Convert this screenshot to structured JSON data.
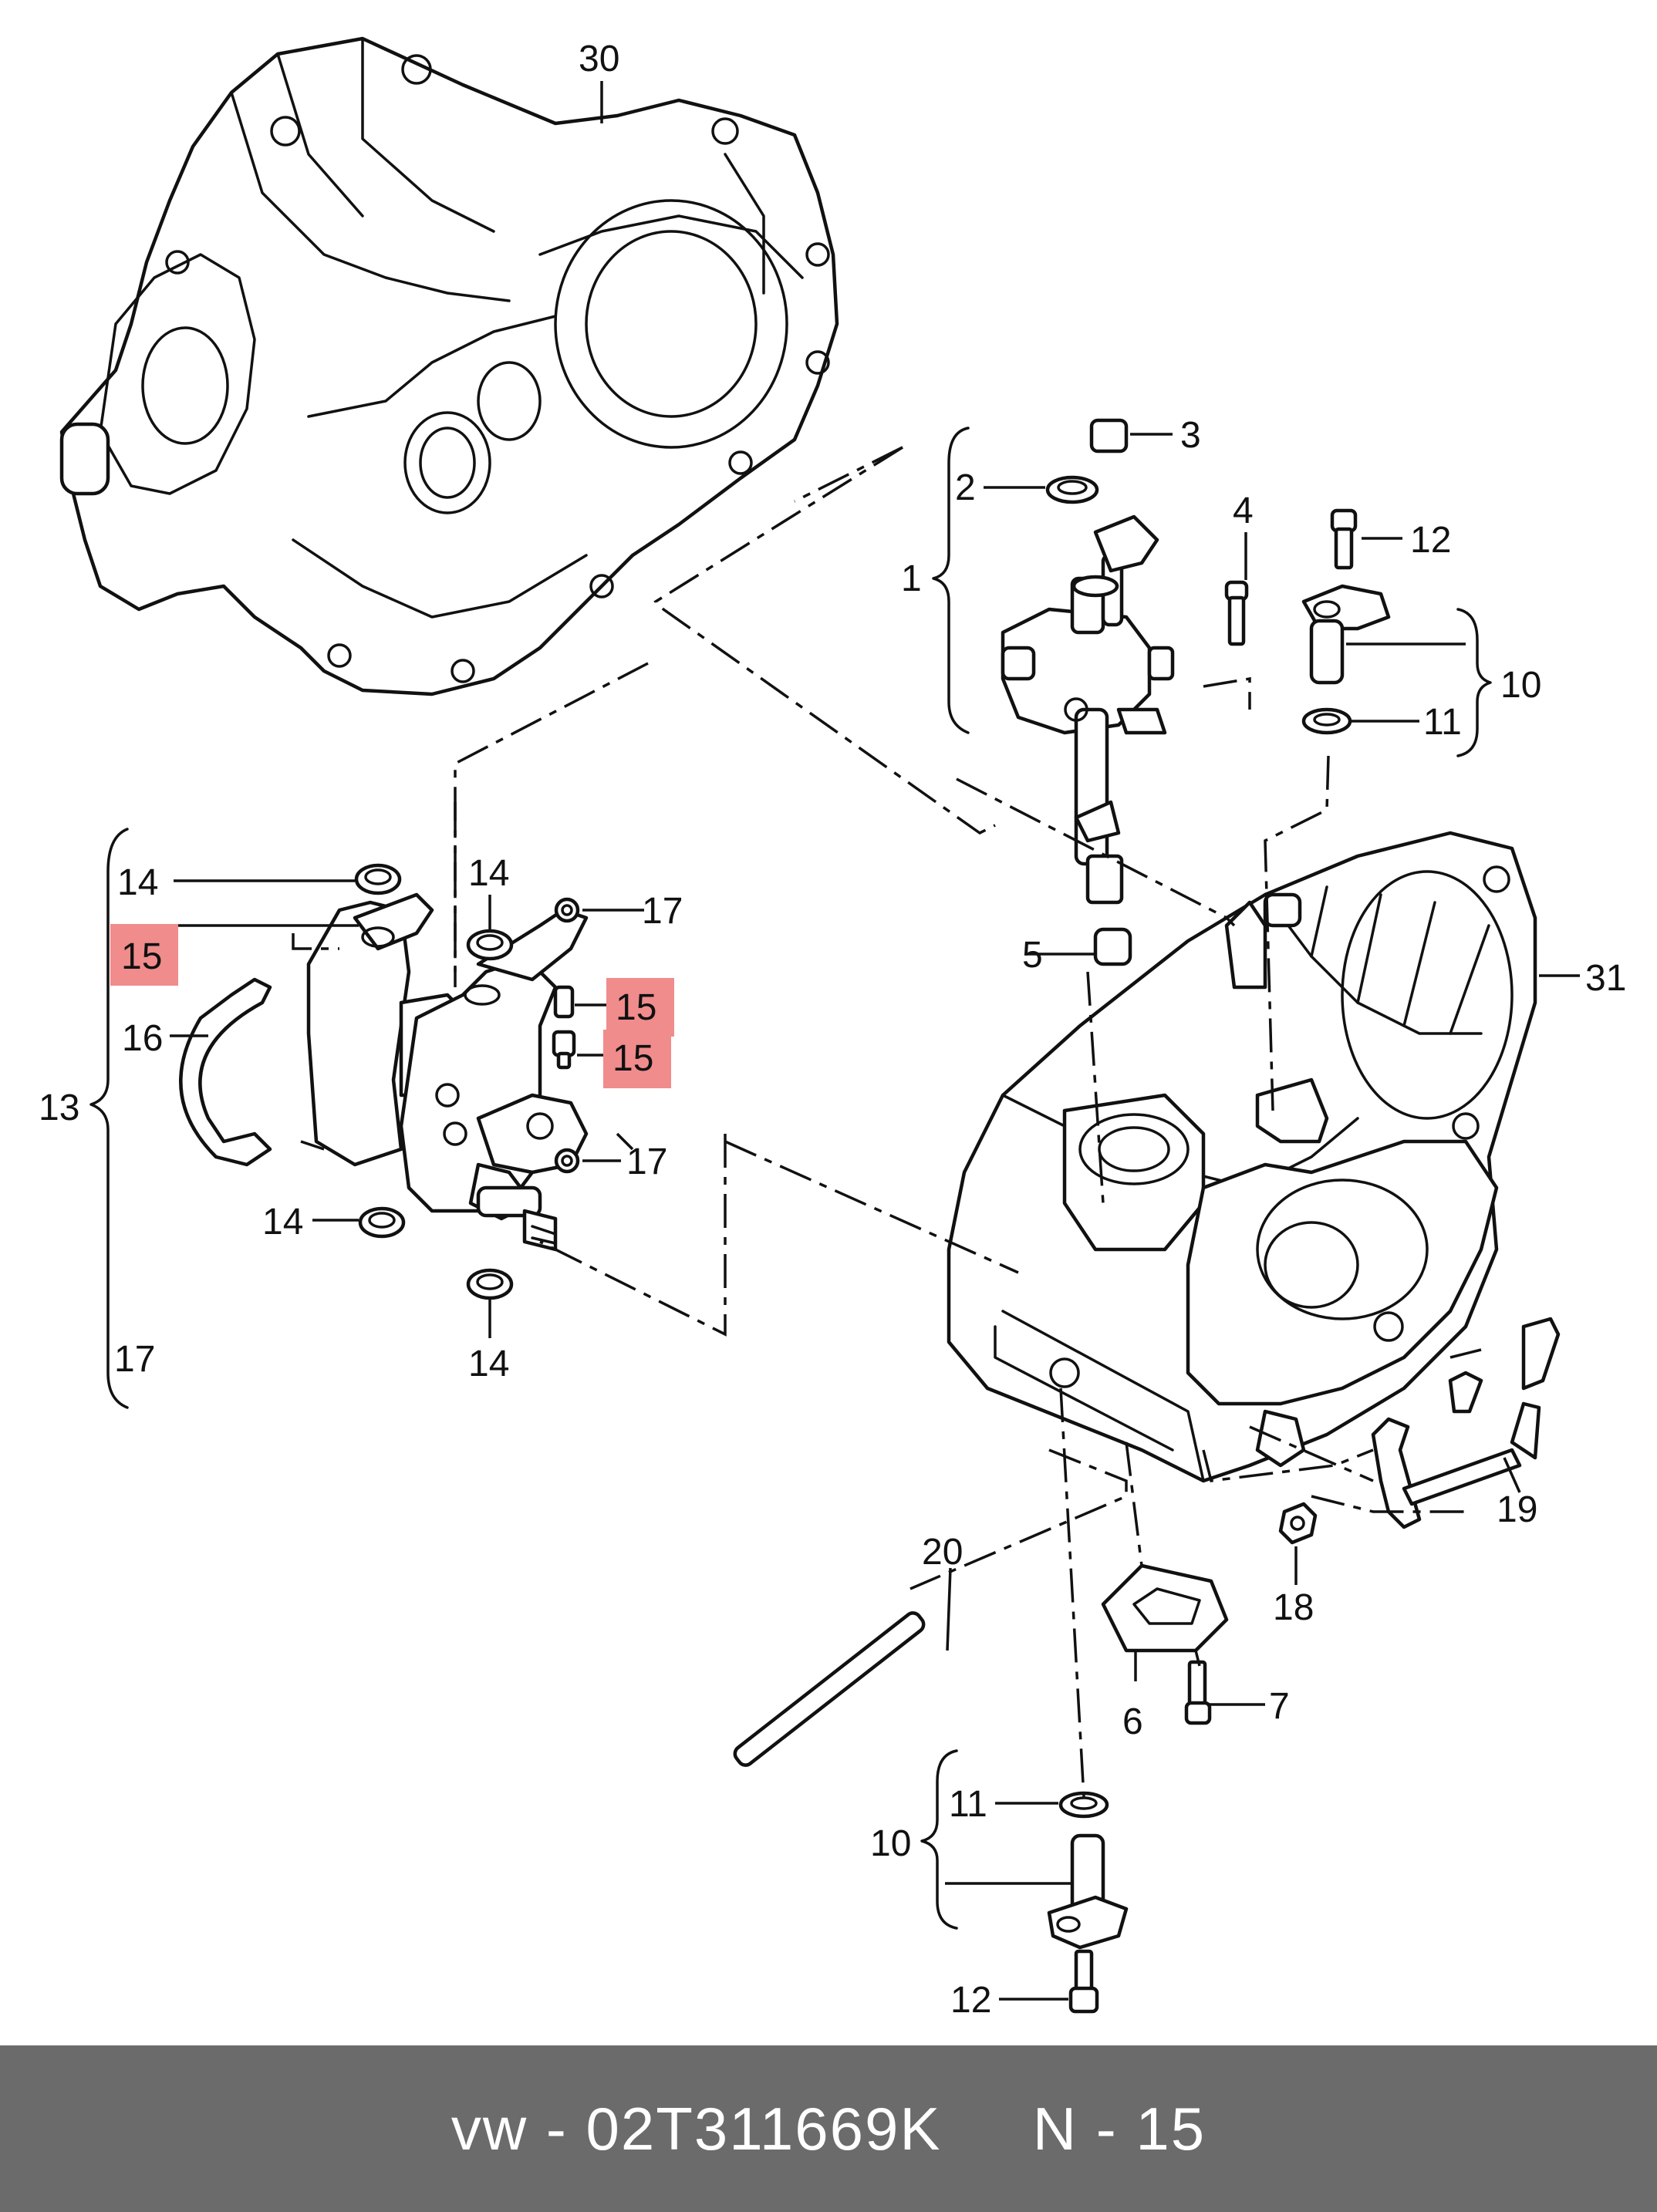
{
  "callouts": {
    "c1": "1",
    "c2": "2",
    "c3": "3",
    "c4": "4",
    "c5": "5",
    "c6": "6",
    "c7": "7",
    "c10_top": "10",
    "c10_bottom": "10",
    "c11_top": "11",
    "c11_bottom": "11",
    "c12_top": "12",
    "c12_bottom": "12",
    "c13": "13",
    "c14_top_left": "14",
    "c14_top_mid": "14",
    "c14_bottom_left": "14",
    "c14_bottom_mid": "14",
    "c15_left": "15",
    "c15_upper": "15",
    "c15_lower": "15",
    "c16": "16",
    "c17_top": "17",
    "c17_mid": "17",
    "c17_bottom": "17",
    "c18": "18",
    "c19": "19",
    "c20": "20",
    "c30": "30",
    "c31": "31"
  },
  "highlight_color": "#f08c8c",
  "footer": {
    "text": "vw - 02T311669K     N - 15",
    "background": "#6b6b6b"
  }
}
